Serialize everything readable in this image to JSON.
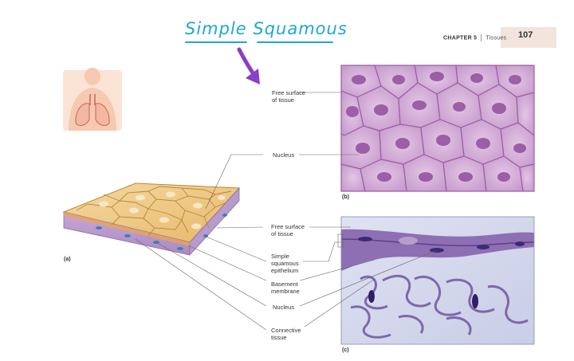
{
  "annotation": {
    "handwritten_title": "Simple Squamous",
    "arrow_color": "#8a3fc6",
    "ink_color": "#1fa9c9"
  },
  "header": {
    "chapter": "CHAPTER 5",
    "section": "Tissues",
    "page_number": "107"
  },
  "figure": {
    "labels": {
      "free_surface_top": "Free surface of tissue",
      "nucleus_top": "Nucleus",
      "free_surface": "Free surface of tissue",
      "simple_squamous": "Simple squamous epithelium",
      "basement_membrane": "Basement membrane",
      "nucleus": "Nucleus",
      "connective_tissue": "Connective tissue"
    },
    "panels": {
      "a": "(a)",
      "b": "(b)",
      "c": "(c)"
    },
    "icon": "lungs-thumbnail-icon"
  }
}
